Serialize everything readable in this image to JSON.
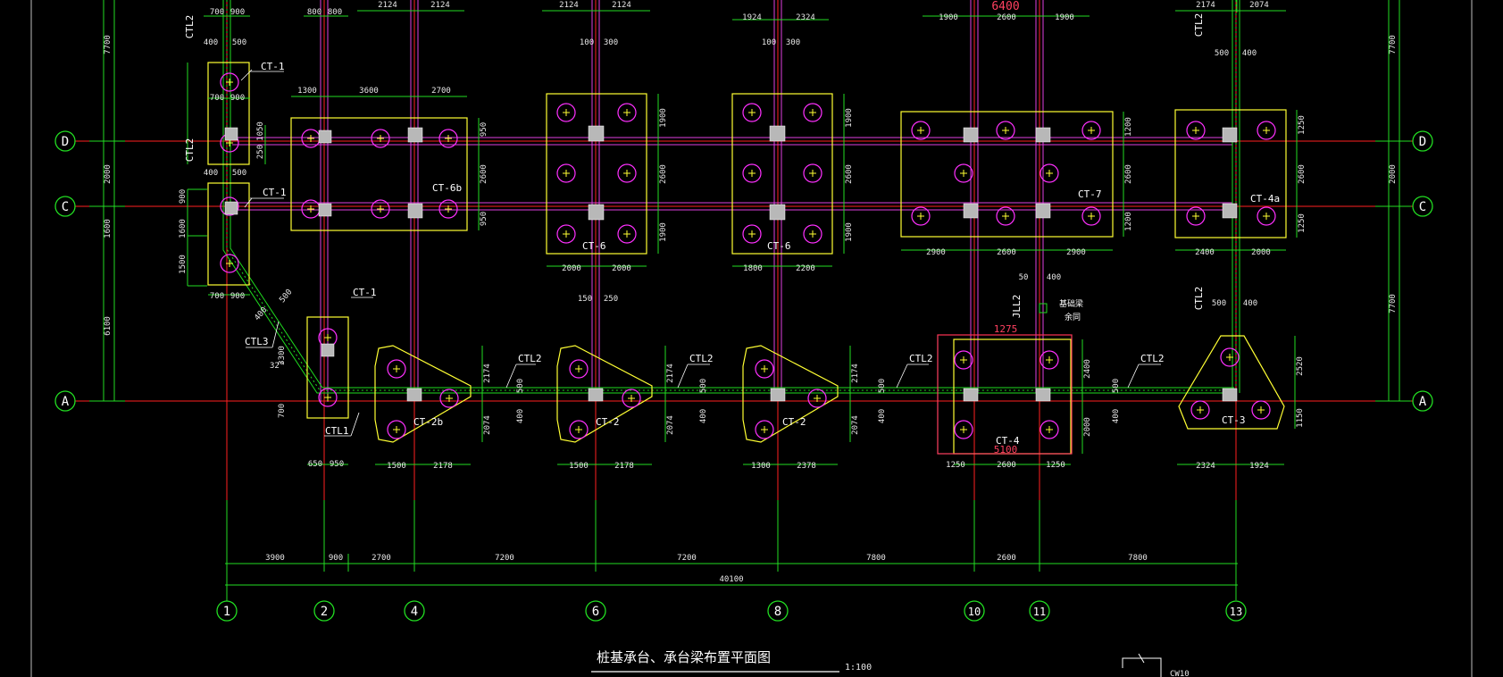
{
  "drawing": {
    "title": "桩基承台、承台梁布置平面图",
    "scale": "1:100",
    "corner_note": "CW10"
  },
  "axes": {
    "rows": [
      "D",
      "C",
      "A"
    ],
    "cols": [
      "1",
      "2",
      "4",
      "6",
      "8",
      "10",
      "11",
      "13"
    ]
  },
  "bottom_dims": {
    "segments": [
      "3900",
      "900",
      "2700",
      "7200",
      "7200",
      "7800",
      "2600",
      "7800"
    ],
    "total": "40100"
  },
  "left_dims": [
    "7700",
    "2000",
    "1600",
    "6100",
    "900",
    "1600",
    "1500"
  ],
  "right_dims": [
    "7700",
    "2000",
    "7700"
  ],
  "top_dims": {
    "a": [
      "700",
      "900"
    ],
    "b": [
      "800",
      "800"
    ],
    "c": [
      "2124",
      "2124"
    ],
    "d": [
      "2124",
      "2124"
    ],
    "e": [
      "1924",
      "2324"
    ],
    "f": [
      "1900",
      "2600",
      "1900"
    ],
    "f_total": "6400",
    "g": [
      "2174",
      "2074"
    ]
  },
  "caps": {
    "ct1": "CT-1",
    "ct1_dims": [
      "700",
      "900"
    ],
    "ct6b": "CT-6b",
    "ct6b_dims": [
      "1300",
      "3600",
      "2700"
    ],
    "ct6b_side": [
      "950",
      "2600",
      "950"
    ],
    "ct6": "CT-6",
    "ct6_left_dims": [
      "2000",
      "2000"
    ],
    "ct6_right_dims": [
      "1800",
      "2200"
    ],
    "ct6_side": [
      "1900",
      "2600",
      "1900"
    ],
    "ct6_top": [
      "100",
      "300"
    ],
    "ct7": "CT-7",
    "ct7_dims": [
      "2900",
      "2600",
      "2900"
    ],
    "ct7_side": [
      "1200",
      "2600",
      "1200"
    ],
    "ct4a": "CT-4a",
    "ct4a_dims": [
      "2400",
      "2000"
    ],
    "ct4a_side": [
      "1250",
      "2600",
      "1250"
    ],
    "ct2b": "CT-2b",
    "ct2b_dims": [
      "1500",
      "2178"
    ],
    "ct2": "CT-2",
    "ct2_dims_a": [
      "1500",
      "2178"
    ],
    "ct2_dims_b": [
      "1300",
      "2378"
    ],
    "ct2_side": [
      "2174",
      "2074"
    ],
    "ct4": "CT-4",
    "ct4_dims": [
      "1250",
      "2600",
      "1250"
    ],
    "ct4_top": "1275",
    "ct4_inner": "5100",
    "ct4_side": [
      "2400",
      "2000"
    ],
    "ct3": "CT-3",
    "ct3_dims": [
      "2324",
      "1924"
    ],
    "ct3_side": [
      "2520",
      "1150"
    ]
  },
  "beams": {
    "ctl1": "CTL1",
    "ctl2": "CTL2",
    "ctl3": "CTL3",
    "jll2": "JLL2",
    "beam_w": [
      "500",
      "400"
    ],
    "ctl3_len": "3300",
    "angle": "32°",
    "ctl3_w": [
      "500",
      "400"
    ],
    "small": [
      "150",
      "250"
    ],
    "jll_dims": [
      "50",
      "400"
    ],
    "note1": "基础梁",
    "note2": "余同",
    "left_marks": [
      "400",
      "500",
      "1050",
      "250",
      "700"
    ]
  }
}
